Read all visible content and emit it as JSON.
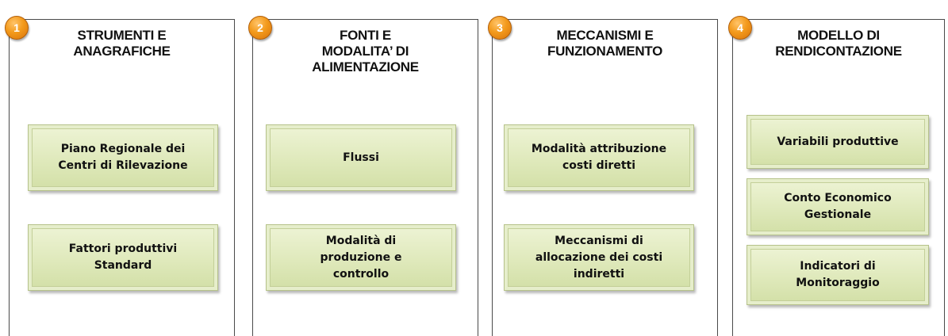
{
  "columns": [
    {
      "badge": "1",
      "title": "STRUMENTI E\nANAGRAFICHE",
      "buttons": [
        "Piano Regionale dei\nCentri di Rilevazione",
        "Fattori produttivi\nStandard"
      ]
    },
    {
      "badge": "2",
      "title": "FONTI E\nMODALITA’ DI\nALIMENTAZIONE",
      "buttons": [
        "Flussi",
        "Modalità di\nproduzione e\ncontrollo"
      ]
    },
    {
      "badge": "3",
      "title": "MECCANISMI E\nFUNZIONAMENTO",
      "buttons": [
        "Modalità attribuzione\ncosti diretti",
        "Meccanismi di\nallocazione dei costi\nindiretti"
      ]
    },
    {
      "badge": "4",
      "title": "MODELLO DI\nRENDICONTAZIONE",
      "buttons": [
        "Variabili produttive",
        "Conto Economico\nGestionale",
        "Indicatori di\nMonitoraggio"
      ]
    }
  ],
  "colors": {
    "badge": "#f39a1c",
    "button_fill": "#dfe9bb",
    "panel_border": "#4a4a4a"
  }
}
